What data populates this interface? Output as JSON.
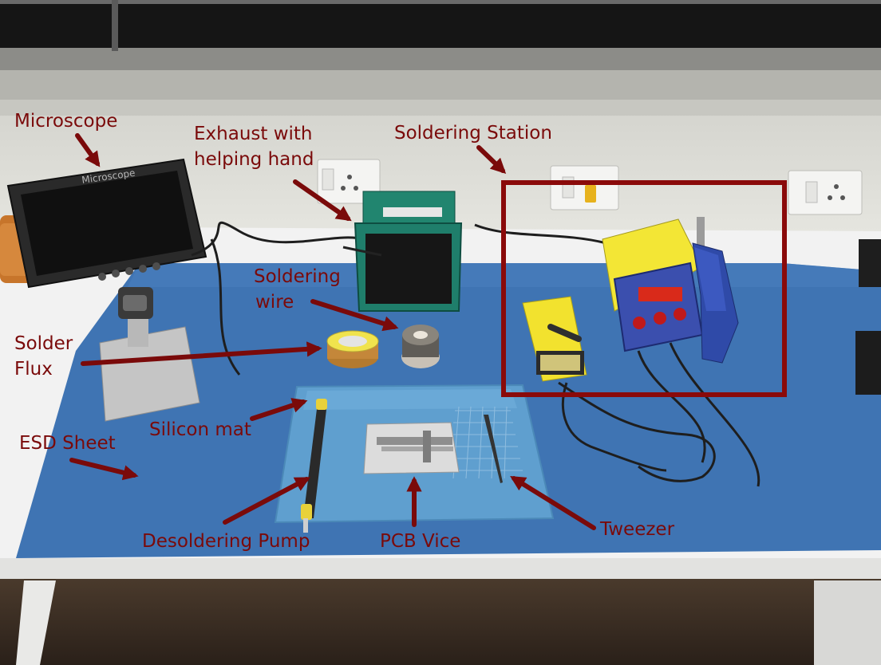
{
  "labels": {
    "microscope": "Microscope",
    "exhaust_line1": "Exhaust with",
    "exhaust_line2": "helping hand",
    "soldering_station": "Soldering Station",
    "soldering_wire_line1": "Soldering",
    "soldering_wire_line2": "wire",
    "solder_flux_line1": "Solder",
    "solder_flux_line2": "Flux",
    "silicon_mat": "Silicon mat",
    "esd_sheet": "ESD Sheet",
    "desoldering_pump": "Desoldering Pump",
    "pcb_vice": "PCB Vice",
    "tweezer": "Tweezer"
  },
  "device_text": {
    "microscope_brand": "Microscope"
  },
  "colors": {
    "annotation": "#7a0a0a",
    "esd_sheet": "#3f74b3",
    "silicon_mat": "#5f9fcf",
    "station_yellow": "#f2e22e",
    "desk": "#f2f2f2",
    "wall": "#dcdcd6"
  }
}
